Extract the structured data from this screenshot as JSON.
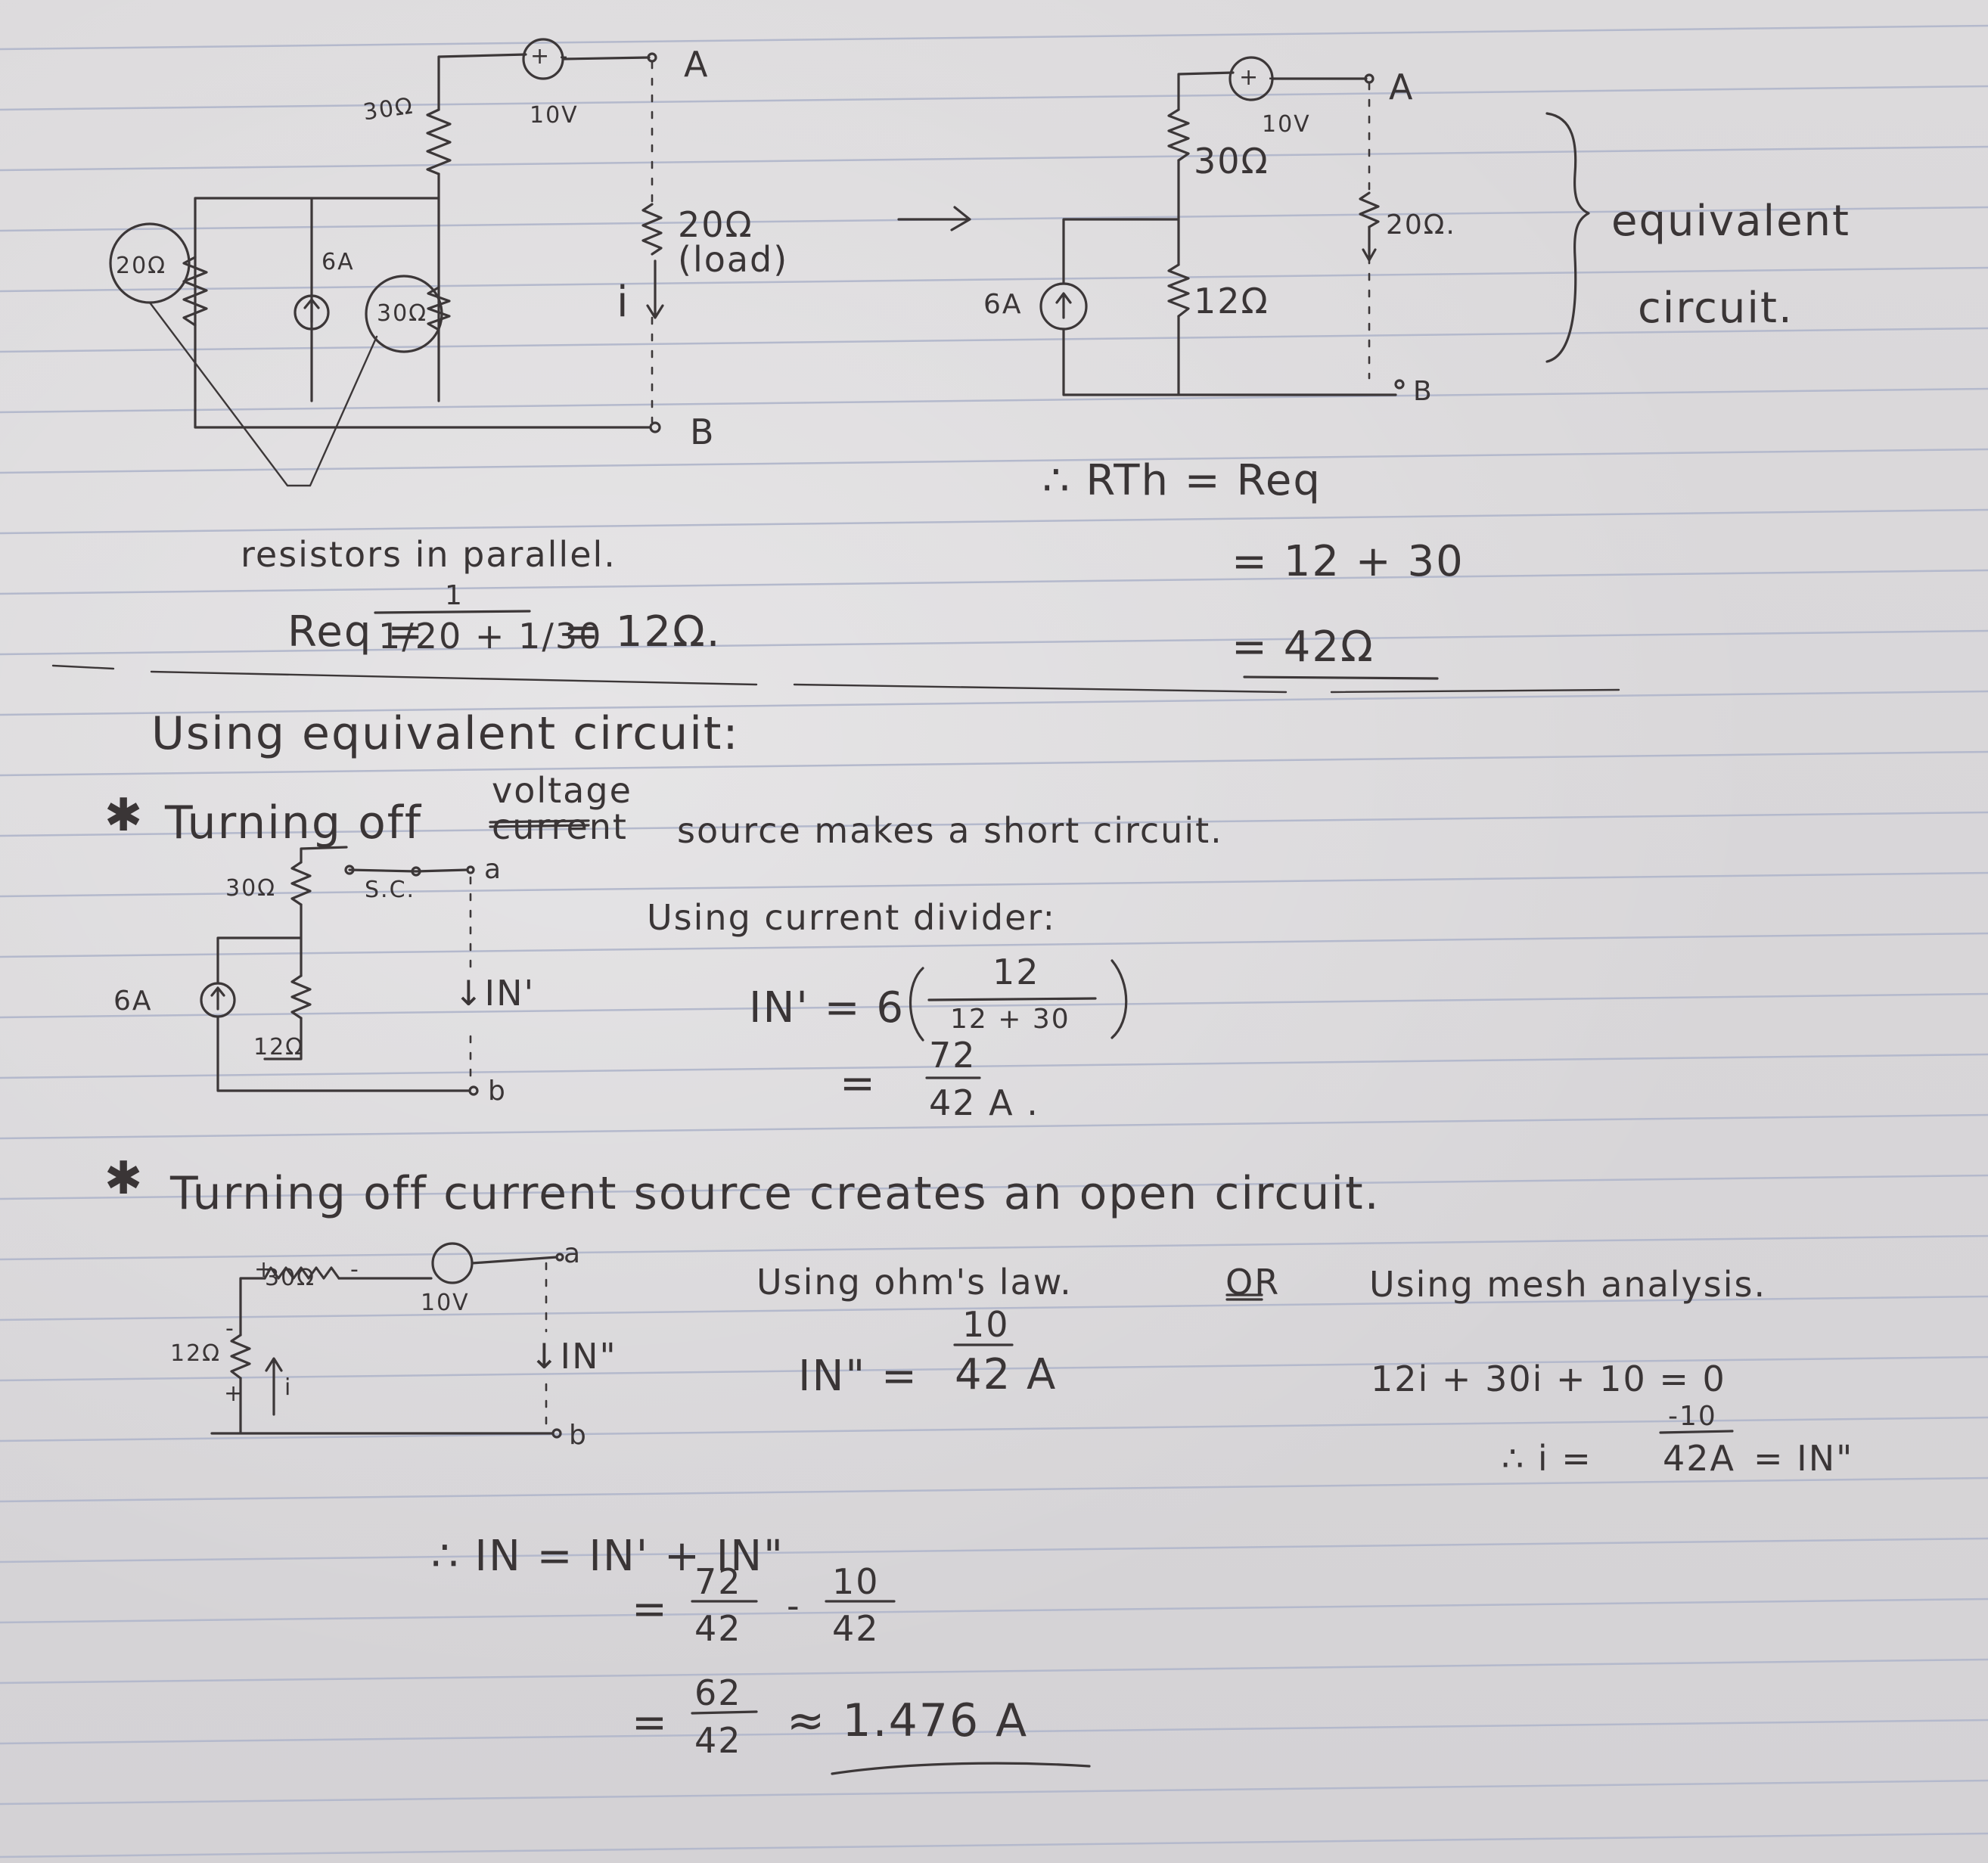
{
  "circuit_original": {
    "r30_top": "30Ω",
    "vs_sign": "+ -",
    "vs_value": "10V",
    "node_a": "A",
    "r20_left": "20Ω",
    "is_value": "6A",
    "r30_bottom": "30Ω",
    "load_value": "20Ω",
    "load_note": "(load)",
    "current": "i",
    "node_b": "B"
  },
  "parallel_note": {
    "label": "resistors in parallel.",
    "req_lhs": "Req =",
    "numerator": "1",
    "denominator": "1/20 + 1/30",
    "result": "= 12Ω."
  },
  "arrow": "→",
  "circuit_equivalent": {
    "vs_sign": "+ -",
    "vs_value": "10V",
    "node_a": "A",
    "r30": "30Ω",
    "r20": "20Ω.",
    "is_value": "6A",
    "r12": "12Ω",
    "node_b": "B",
    "brace_label_1": "equivalent",
    "brace_label_2": "circuit."
  },
  "rth": {
    "line1": "∴ RTh = Req",
    "line2": "= 12 + 30",
    "line3": "= 42Ω"
  },
  "using_equivalent": "Using equivalent circuit:",
  "step1": {
    "bullet": "✱",
    "text_start": "Turning off",
    "inserted": "voltage",
    "struck": "current",
    "text_end": "source makes a short circuit.",
    "r30": "30Ω",
    "sc": "S.C.",
    "node_a": "a",
    "is_value": "6A",
    "r12": "12Ω",
    "current": "↓IN'",
    "node_b": "b",
    "method": "Using current divider:",
    "eq_lhs": "IN' = 6",
    "frac_num": "12",
    "frac_den": "12 + 30",
    "res_eq": "=",
    "res_num": "72",
    "res_den": "42 A ."
  },
  "step2": {
    "bullet": "✱",
    "text": "Turning off current source creates an open circuit.",
    "r30": "30Ω",
    "r_plus": "+",
    "r_minus": "-",
    "vs_value": "10V",
    "node_a": "a",
    "r12": "12Ω",
    "minus_side": "-",
    "plus_side": "+",
    "loop_current": "i",
    "current": "↓IN\"",
    "node_b": "b",
    "ohm_method": "Using ohm's law.",
    "or": "OR",
    "mesh_method": "Using mesh analysis.",
    "ohm_lhs": "IN\" =",
    "ohm_num": "10",
    "ohm_den": "42 A",
    "mesh_eq": "12i + 30i + 10 = 0",
    "mesh_res_lhs": "∴ i =",
    "mesh_res_num": "-10",
    "mesh_res_den": "42A",
    "mesh_res_rhs": "= IN\""
  },
  "final": {
    "line1": "∴ IN = IN' + IN\"",
    "eq2": "=",
    "num_a": "72",
    "den_a": "42",
    "minus": "-",
    "num_b": "10",
    "den_b": "42",
    "eq3": "=",
    "num_c": "62",
    "den_c": "42",
    "approx": "≈ 1.476 A"
  }
}
